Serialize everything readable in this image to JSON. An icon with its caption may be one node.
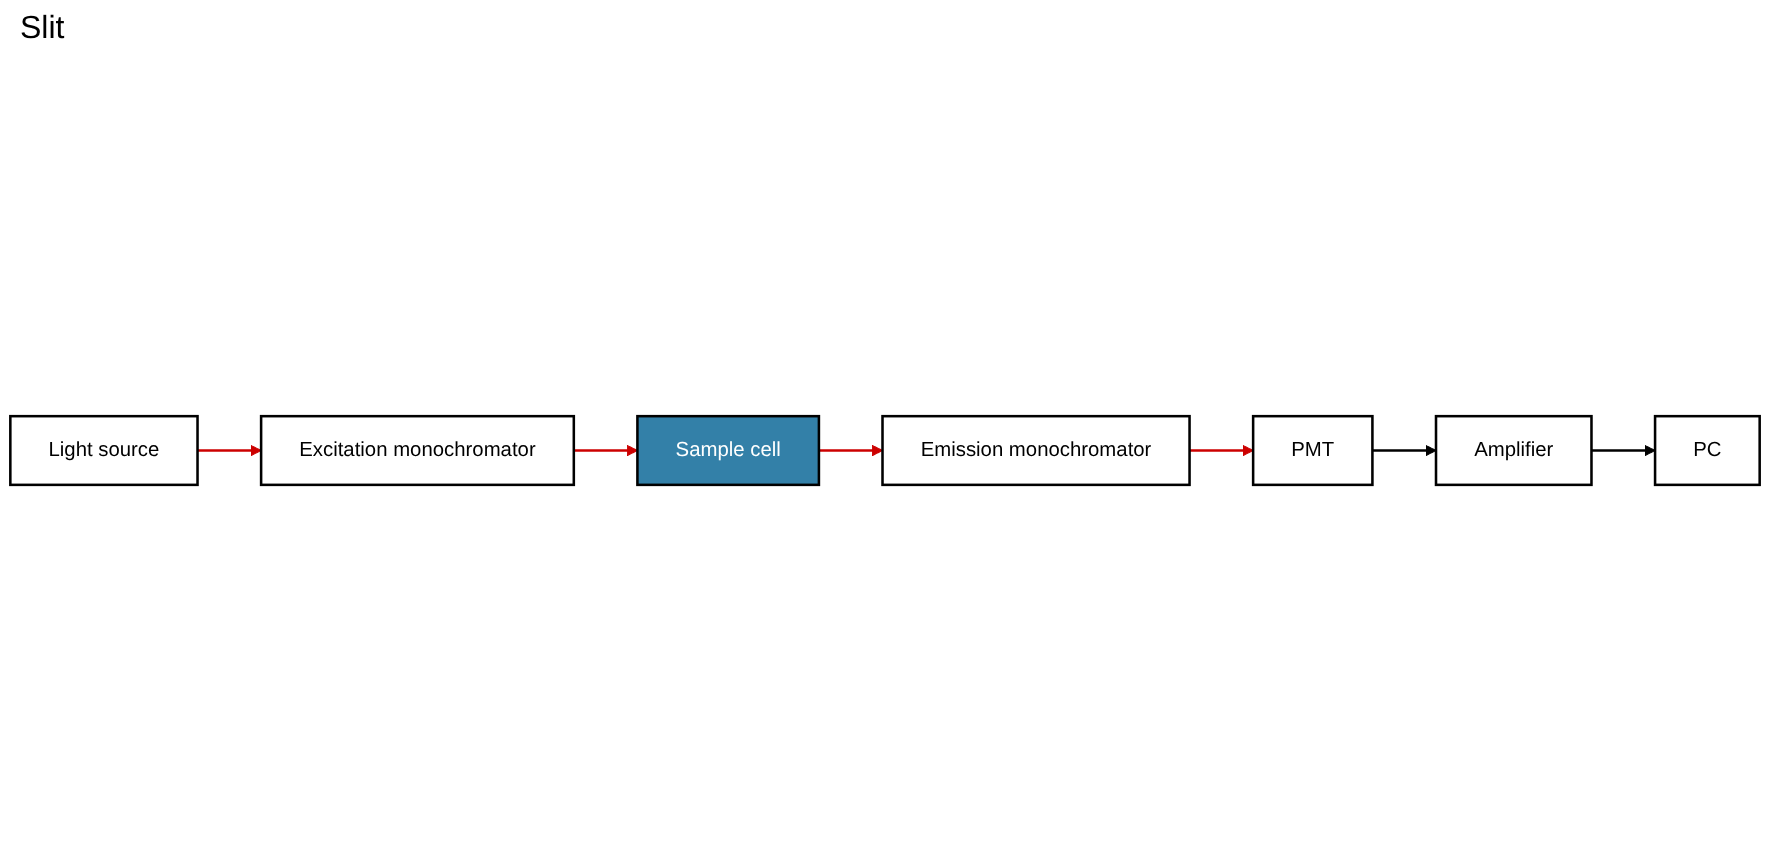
{
  "diagram": {
    "nodes": [
      {
        "text": [
          "Light source"
        ]
      },
      {
        "text": [
          "Excitation monochromator"
        ]
      },
      {
        "text": [
          "Sample cell"
        ]
      },
      {
        "text": [
          "Emission monochromator"
        ]
      },
      {
        "text": [
          "PMT"
        ]
      },
      {
        "text": [
          "Amplifier"
        ]
      },
      {
        "text": [
          "PC"
        ]
      }
    ],
    "edges": [
      {
        "from": 0,
        "to": 1,
        "arrow": "to"
      },
      {
        "from": 1,
        "to": 2,
        "arrow": "to"
      },
      {
        "from": 2,
        "to": 3,
        "arrow": "to"
      },
      {
        "from": 3,
        "to": 4,
        "arrow": "to"
      },
      {
        "from": 4,
        "to": 5,
        "arrow": "to",
        "color": "#000000"
      },
      {
        "from": 5,
        "to": 6,
        "arrow": "to",
        "color": "#000000"
      }
    ],
    "labels": [
      "Slit"
    ]
  }
}
